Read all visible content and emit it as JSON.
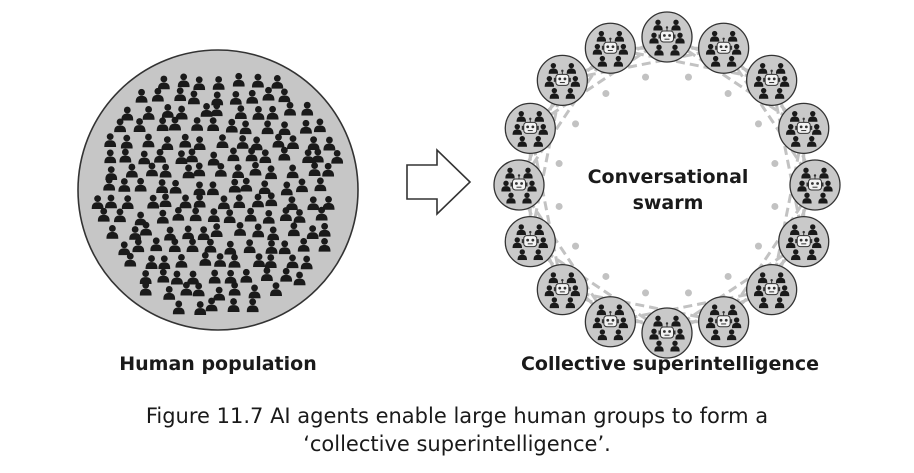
{
  "labels": {
    "left": "Human population",
    "right": "Collective superintelligence",
    "center_line1": "Conversational",
    "center_line2": "swarm"
  },
  "caption": {
    "line1": "Figure 11.7  AI agents enable large human groups to form a",
    "line2": "‘collective superintelligence’."
  },
  "colors": {
    "population_fill": "#c6c6c6",
    "node_fill": "#c9c9c9",
    "outline": "#333333",
    "person": "#1a1a1a",
    "connector": "#c2c2c2",
    "arrow_fill": "#ffffff"
  },
  "swarm": {
    "node_count": 16
  },
  "icons": {
    "person": "person-icon",
    "robot": "robot-icon",
    "arrow": "right-arrow-icon"
  }
}
